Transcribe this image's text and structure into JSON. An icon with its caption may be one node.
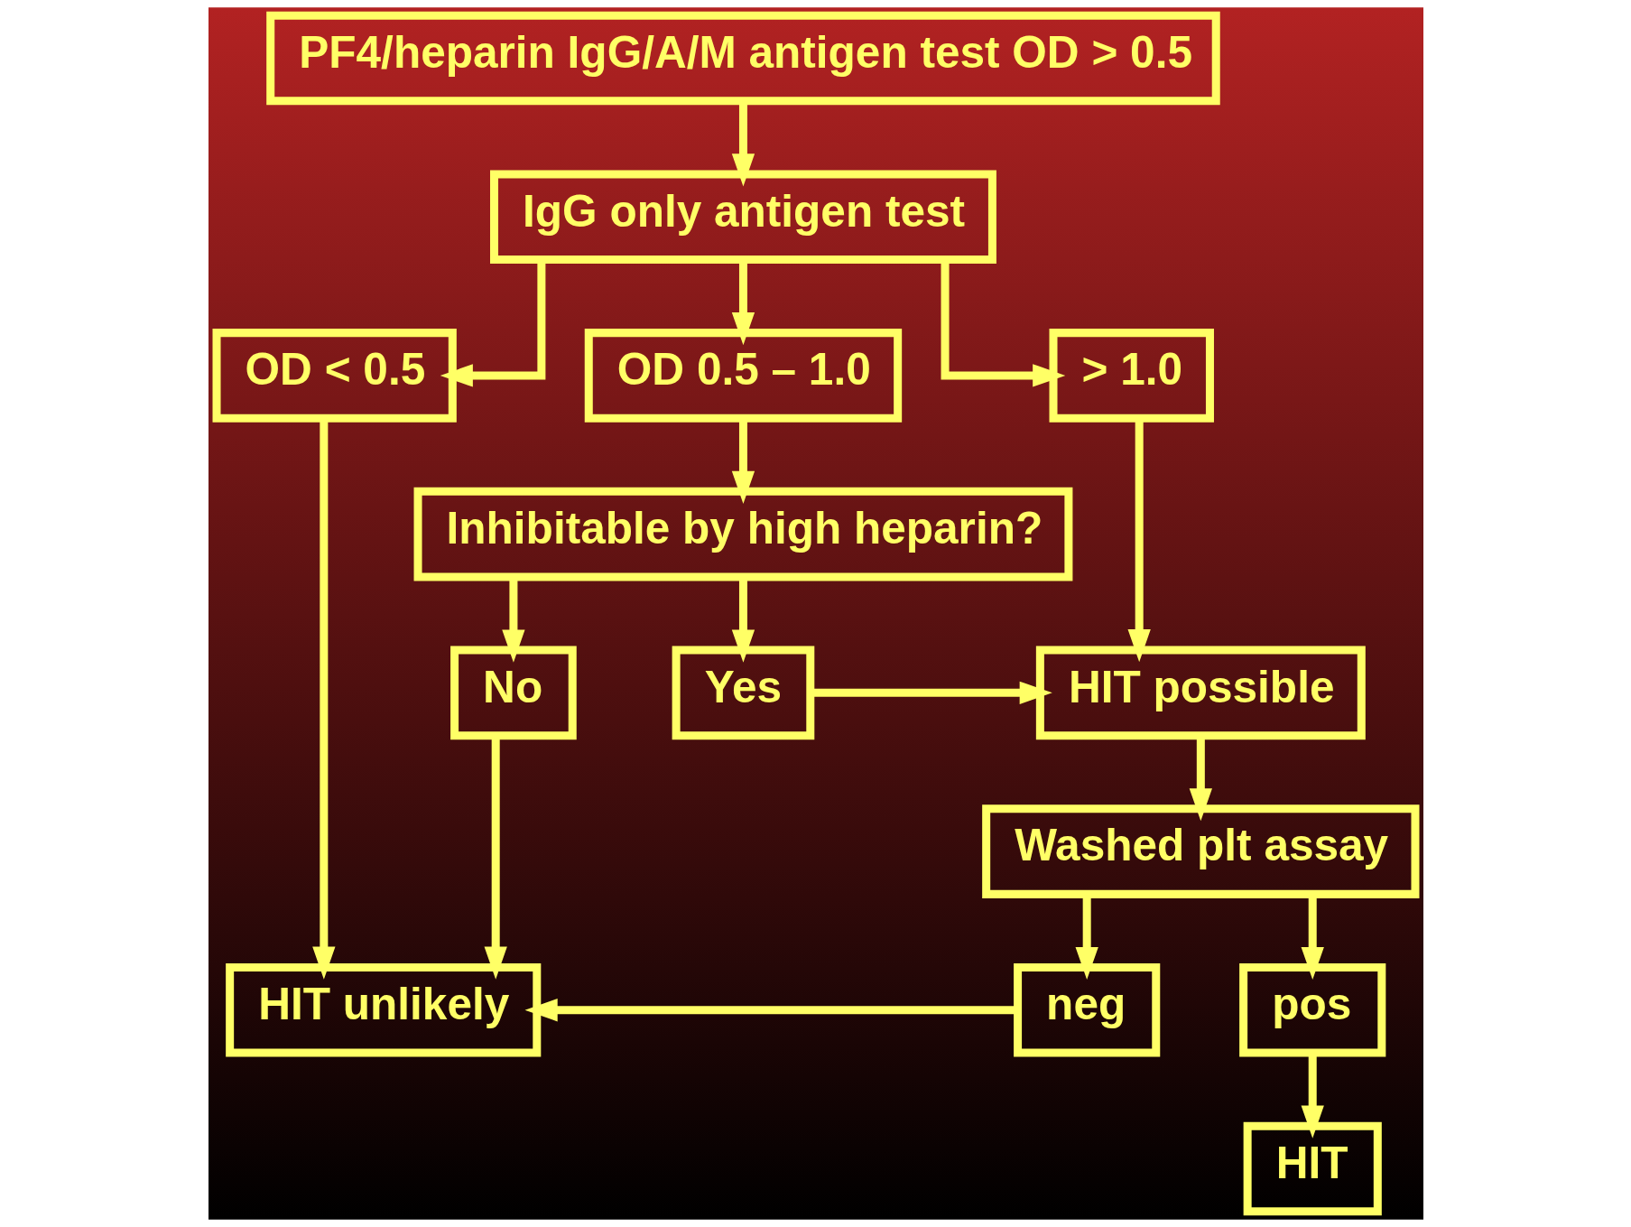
{
  "diagram": {
    "nodes": [
      {
        "text": [
          "PF4/heparin IgG/A/M antigen test OD > 0.5"
        ]
      },
      {
        "text": [
          "IgG only antigen test"
        ]
      },
      {
        "text": [
          "OD < 0.5"
        ]
      },
      {
        "text": [
          "OD 0.5 – 1.0"
        ]
      },
      {
        "text": [
          "> 1.0"
        ]
      },
      {
        "text": [
          "Inhibitable by high heparin?"
        ]
      },
      {
        "text": [
          "No"
        ]
      },
      {
        "text": [
          "Yes"
        ]
      },
      {
        "text": [
          "HIT possible"
        ]
      },
      {
        "text": [
          "Washed plt assay"
        ]
      },
      {
        "text": [
          "HIT unlikely"
        ]
      },
      {
        "text": [
          "neg"
        ]
      },
      {
        "text": [
          "pos"
        ]
      },
      {
        "text": [
          "HIT"
        ]
      }
    ],
    "edges": [
      {
        "from": 0,
        "to": 1,
        "arrow": "to"
      },
      {
        "from": 1,
        "to": 2,
        "arrow": "to"
      },
      {
        "from": 1,
        "to": 3,
        "arrow": "to"
      },
      {
        "from": 1,
        "to": 4,
        "arrow": "to"
      },
      {
        "from": 3,
        "to": 5,
        "arrow": "to"
      },
      {
        "from": 5,
        "to": 6,
        "arrow": "to"
      },
      {
        "from": 5,
        "to": 7,
        "arrow": "to"
      },
      {
        "from": 4,
        "to": 8,
        "arrow": "to"
      },
      {
        "from": 7,
        "to": 8,
        "arrow": "to"
      },
      {
        "from": 2,
        "to": 10,
        "arrow": "to"
      },
      {
        "from": 6,
        "to": 10,
        "arrow": "to"
      },
      {
        "from": 8,
        "to": 9,
        "arrow": "to"
      },
      {
        "from": 9,
        "to": 11,
        "arrow": "to"
      },
      {
        "from": 9,
        "to": 12,
        "arrow": "to"
      },
      {
        "from": 11,
        "to": 10,
        "arrow": "to"
      },
      {
        "from": 12,
        "to": 13,
        "arrow": "to"
      }
    ]
  }
}
